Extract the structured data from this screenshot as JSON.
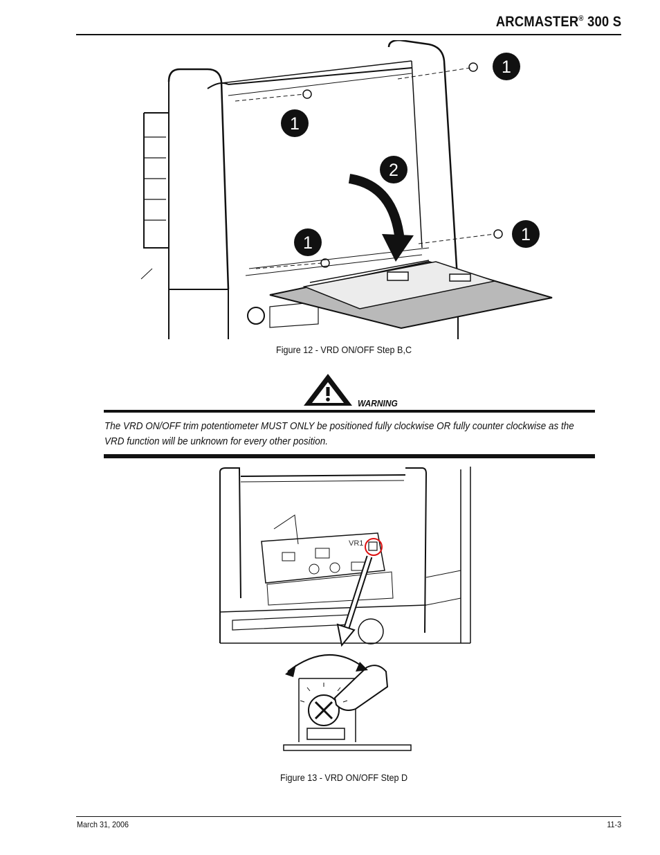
{
  "header": {
    "title_main": "ARCMASTER",
    "title_reg": "®",
    "title_suffix": " 300 S"
  },
  "figure12": {
    "caption": "Figure 12 - VRD ON/OFF Step B,C",
    "callouts": [
      "1",
      "1",
      "2",
      "1",
      "1"
    ]
  },
  "warning": {
    "label": "WARNING",
    "text": "The VRD ON/OFF trim potentiometer MUST ONLY be positioned fully clockwise OR fully counter clockwise as the VRD function will be unknown for every other position."
  },
  "figure13": {
    "caption": "Figure 13 - VRD ON/OFF Step D",
    "component_label": "VR1"
  },
  "footer": {
    "date": "March 31, 2006",
    "page": "11-3"
  }
}
